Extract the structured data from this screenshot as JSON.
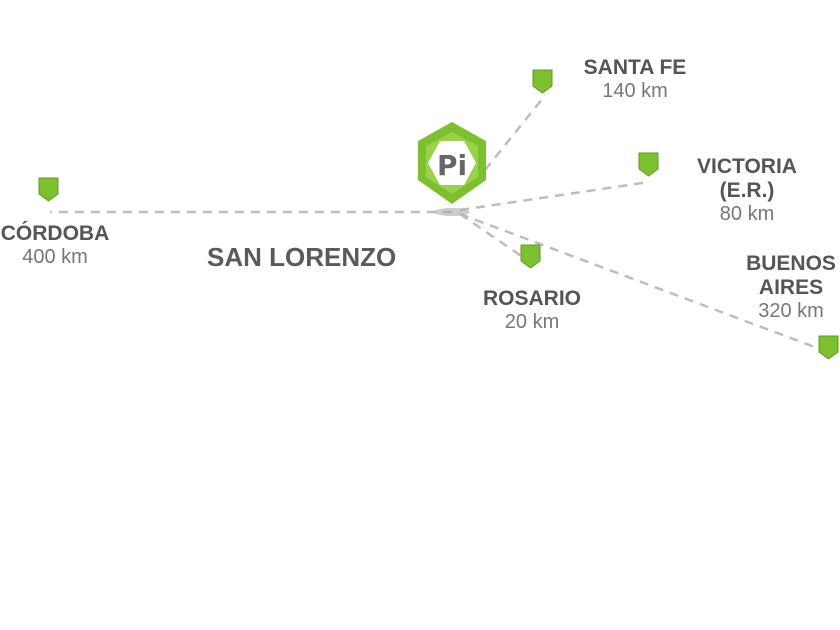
{
  "hub": {
    "name": "SAN LORENZO",
    "logo_text": "Pi"
  },
  "destinations": [
    {
      "name": "CÓRDOBA",
      "distance": "400 km"
    },
    {
      "name": "SANTA FE",
      "distance": "140 km"
    },
    {
      "name": "VICTORIA (E.R.)",
      "distance": "80 km"
    },
    {
      "name": "ROSARIO",
      "distance": "20 km"
    },
    {
      "name": "BUENOS AIRES",
      "distance": "320 km"
    }
  ],
  "colors": {
    "accent": "#7cbf2f",
    "line": "#bdbdbd",
    "text": "#555555"
  }
}
